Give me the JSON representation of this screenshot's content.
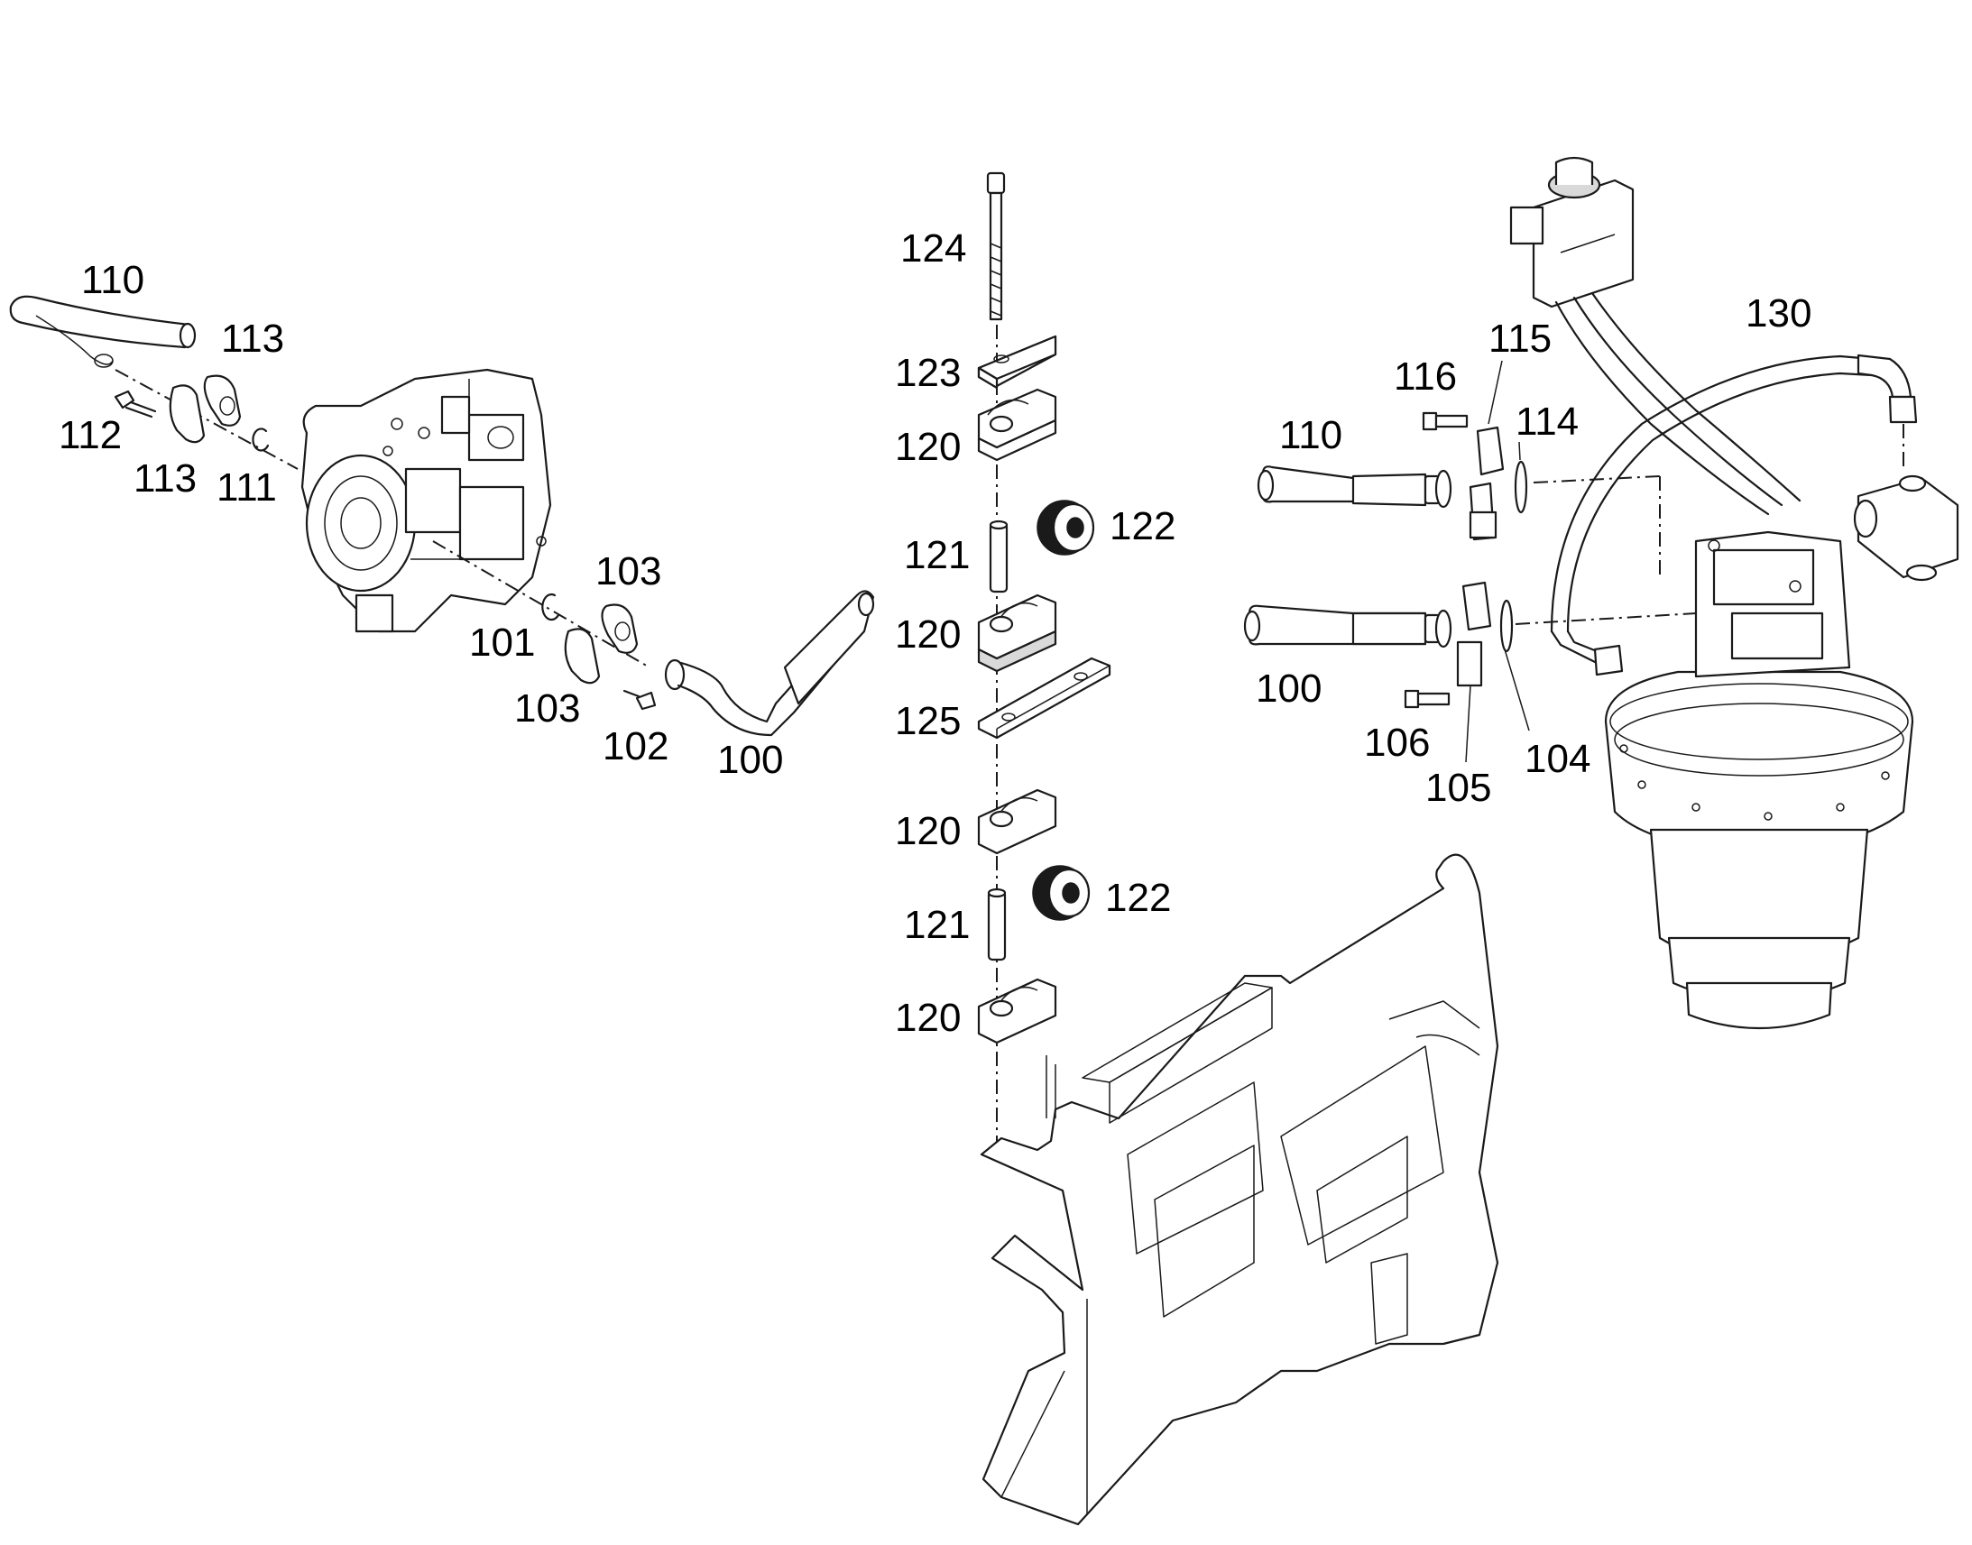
{
  "callouts": {
    "c100_left": "100",
    "c100_right": "100",
    "c101": "101",
    "c102": "102",
    "c103_top": "103",
    "c103_bottom": "103",
    "c104": "104",
    "c105": "105",
    "c106": "106",
    "c110_left": "110",
    "c110_right": "110",
    "c111": "111",
    "c112": "112",
    "c113_top": "113",
    "c113_bottom": "113",
    "c114": "114",
    "c115": "115",
    "c116": "116",
    "c120_a": "120",
    "c120_b": "120",
    "c120_c": "120",
    "c120_d": "120",
    "c121_a": "121",
    "c121_b": "121",
    "c122_a": "122",
    "c122_b": "122",
    "c123": "123",
    "c124": "124",
    "c125": "125",
    "c130": "130"
  }
}
